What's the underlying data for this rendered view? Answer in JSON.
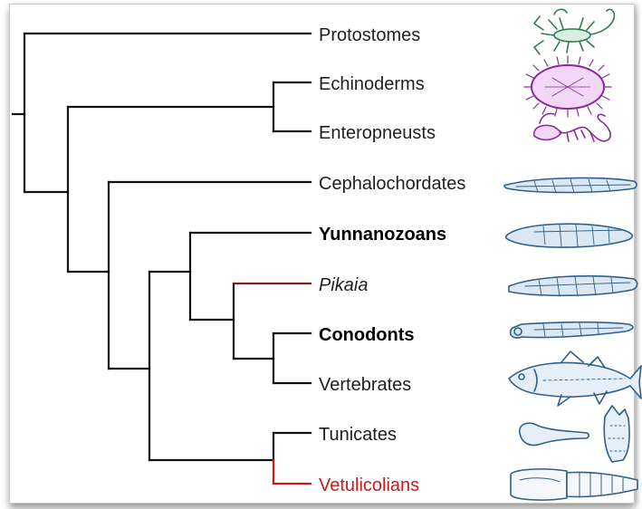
{
  "tree": {
    "colors": {
      "branch": "#111111",
      "highlight": "#cc1a1a",
      "text": "#1f1f1f"
    },
    "taxa": [
      {
        "id": "protostomes",
        "label": "Protostomes",
        "color": "#1f1f1f",
        "italic": false,
        "bold": false,
        "icon": "scorpion-icon"
      },
      {
        "id": "echinoderms",
        "label": "Echinoderms",
        "color": "#1f1f1f",
        "italic": false,
        "bold": false,
        "icon": "sea-urchin-icon"
      },
      {
        "id": "enteropneusts",
        "label": "Enteropneusts",
        "color": "#1f1f1f",
        "italic": false,
        "bold": false,
        "icon": "acorn-worm-icon"
      },
      {
        "id": "cephalochordates",
        "label": "Cephalochordates",
        "color": "#1f1f1f",
        "italic": false,
        "bold": false,
        "icon": "lancelet-icon"
      },
      {
        "id": "yunnanozoans",
        "label": "Yunnanozoans",
        "color": "#000000",
        "italic": false,
        "bold": true,
        "icon": "yunnanozoan-icon"
      },
      {
        "id": "pikaia",
        "label": "Pikaia",
        "color": "#1f1f1f",
        "italic": true,
        "bold": false,
        "icon": "pikaia-icon"
      },
      {
        "id": "conodonts",
        "label": "Conodonts",
        "color": "#000000",
        "italic": false,
        "bold": true,
        "icon": "conodont-icon"
      },
      {
        "id": "vertebrates",
        "label": "Vertebrates",
        "color": "#1f1f1f",
        "italic": false,
        "bold": false,
        "icon": "fish-icon"
      },
      {
        "id": "tunicates",
        "label": "Tunicates",
        "color": "#1f1f1f",
        "italic": false,
        "bold": false,
        "icon": "tunicate-icon"
      },
      {
        "id": "vetulicolians",
        "label": "Vetulicolians",
        "color": "#cc1a1a",
        "italic": false,
        "bold": false,
        "icon": "vetulicolian-icon"
      }
    ]
  }
}
